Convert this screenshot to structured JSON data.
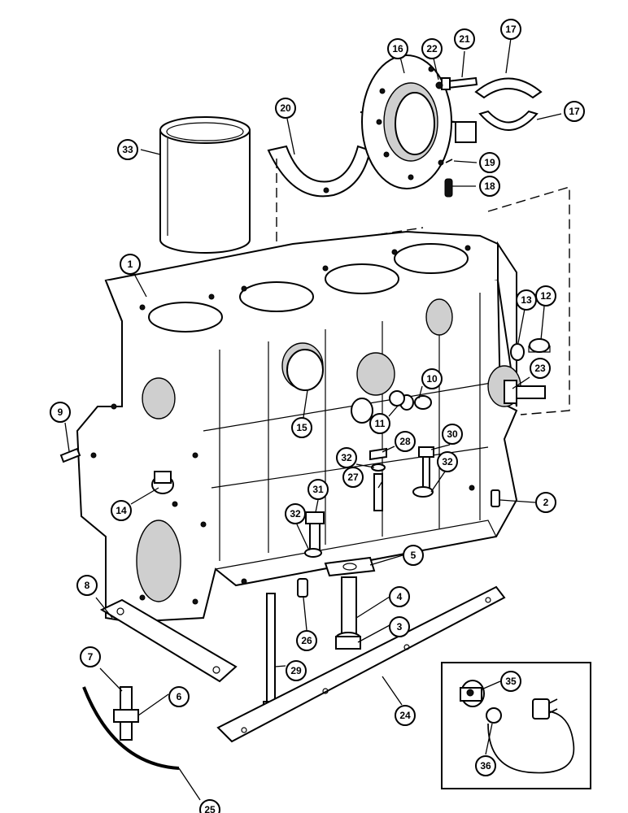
{
  "callouts": [
    {
      "id": "c1",
      "label": "1"
    },
    {
      "id": "c2",
      "label": "2"
    },
    {
      "id": "c3",
      "label": "3"
    },
    {
      "id": "c4",
      "label": "4"
    },
    {
      "id": "c5",
      "label": "5"
    },
    {
      "id": "c6",
      "label": "6"
    },
    {
      "id": "c7",
      "label": "7"
    },
    {
      "id": "c8",
      "label": "8"
    },
    {
      "id": "c9",
      "label": "9"
    },
    {
      "id": "c10",
      "label": "10"
    },
    {
      "id": "c11",
      "label": "11"
    },
    {
      "id": "c12",
      "label": "12"
    },
    {
      "id": "c13",
      "label": "13"
    },
    {
      "id": "c14",
      "label": "14"
    },
    {
      "id": "c15",
      "label": "15"
    },
    {
      "id": "c16",
      "label": "16"
    },
    {
      "id": "c17a",
      "label": "17"
    },
    {
      "id": "c17b",
      "label": "17"
    },
    {
      "id": "c18",
      "label": "18"
    },
    {
      "id": "c19",
      "label": "19"
    },
    {
      "id": "c20",
      "label": "20"
    },
    {
      "id": "c21",
      "label": "21"
    },
    {
      "id": "c22",
      "label": "22"
    },
    {
      "id": "c23",
      "label": "23"
    },
    {
      "id": "c24",
      "label": "24"
    },
    {
      "id": "c25",
      "label": "25"
    },
    {
      "id": "c26",
      "label": "26"
    },
    {
      "id": "c27",
      "label": "27"
    },
    {
      "id": "c28",
      "label": "28"
    },
    {
      "id": "c29",
      "label": "29"
    },
    {
      "id": "c30",
      "label": "30"
    },
    {
      "id": "c31",
      "label": "31"
    },
    {
      "id": "c32a",
      "label": "32"
    },
    {
      "id": "c32b",
      "label": "32"
    },
    {
      "id": "c32c",
      "label": "32"
    },
    {
      "id": "c33",
      "label": "33"
    },
    {
      "id": "c35",
      "label": "35"
    },
    {
      "id": "c36",
      "label": "36"
    }
  ]
}
